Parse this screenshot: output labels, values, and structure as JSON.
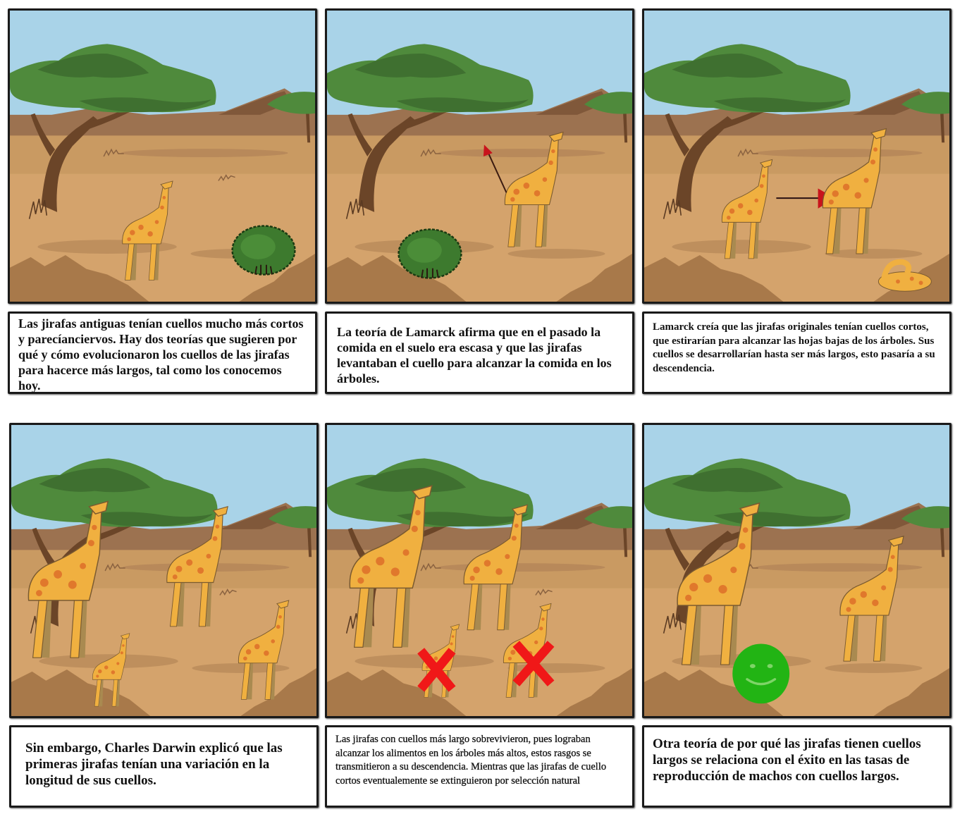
{
  "storyboard": {
    "panels": [
      {
        "scene": {
          "description": "Single short-necked giraffe standing in savanna next to a green bush",
          "elements": [
            "acacia-tree",
            "mountains",
            "giraffe",
            "bush"
          ]
        },
        "caption": "Las jirafas antiguas tenían cuellos mucho más cortos y parecíanciervos. Hay dos teorías que sugieren por qué y cómo evolucionaron los cuellos de las jirafas para hacerce más largos, tal como los conocemos hoy."
      },
      {
        "scene": {
          "description": "Giraffe stretching neck toward tree with red arrow pointing up; bush on ground",
          "elements": [
            "acacia-tree",
            "mountains",
            "giraffe",
            "bush",
            "red-arrow-up"
          ]
        },
        "caption": "La teoría de Lamarck afirma que en el pasado la comida en el suelo era escasa y que las jirafas levantaban el cuello para alcanzar la comida en los árboles."
      },
      {
        "scene": {
          "description": "Short-necked giraffe with arrow to long-necked giraffe, with a resting offspring",
          "elements": [
            "acacia-tree",
            "mountains",
            "giraffe-short",
            "red-arrow-right",
            "giraffe-long",
            "giraffe-resting"
          ]
        },
        "caption": "Lamarck creía que las jirafas originales tenían cuellos cortos, que estirarían para alcanzar las hojas bajas de los árboles. Sus cuellos se desarrollarían hasta ser más largos, esto pasaría a su descendencia."
      },
      {
        "scene": {
          "description": "Four giraffes of varying neck lengths",
          "elements": [
            "acacia-tree",
            "mountains",
            "giraffe-tall",
            "giraffe-medium",
            "giraffe-small",
            "giraffe-small-2"
          ]
        },
        "caption": "Sin embargo, Charles Darwin explicó que las primeras jirafas tenían una variación en la longitud de sus cuellos."
      },
      {
        "scene": {
          "description": "Tall giraffes survive; two short giraffes crossed out with red X marks",
          "elements": [
            "acacia-tree",
            "mountains",
            "giraffe-tall",
            "giraffe-medium",
            "giraffe-short-crossed",
            "giraffe-short-crossed-2",
            "red-x-mark",
            "red-x-mark-2"
          ]
        },
        "caption": "Las jirafas con cuellos más largo sobrevivieron, pues lograban alcanzar los alimentos en los árboles más altos, estos rasgos se transmitieron a su descendencia. Mientras que las jirafas de cuello cortos eventualemente se extinguieron por selección natural"
      },
      {
        "scene": {
          "description": "Two long-necked giraffes with a green smiley face",
          "elements": [
            "acacia-tree",
            "mountains",
            "giraffe-tall",
            "giraffe-medium",
            "green-smiley"
          ]
        },
        "caption": "Otra teoría de por qué las jirafas tienen cuellos largos se relaciona con el éxito en las tasas de reproducción de machos con cuellos largos."
      }
    ]
  },
  "colors": {
    "sky": "#a9d3e8",
    "ground": "#d4a36c",
    "ground_dark": "#b8895a",
    "mountain": "#9c7250",
    "tree_foliage": "#4f8a3c",
    "tree_foliage_dark": "#3f7030",
    "trunk": "#6b4528",
    "giraffe_body": "#f0b040",
    "giraffe_spot": "#e0782c",
    "bush": "#3d7a2e",
    "arrow_red": "#c8141c",
    "x_red": "#f01818",
    "smiley_green": "#22b414",
    "border": "#1a1a1a"
  }
}
